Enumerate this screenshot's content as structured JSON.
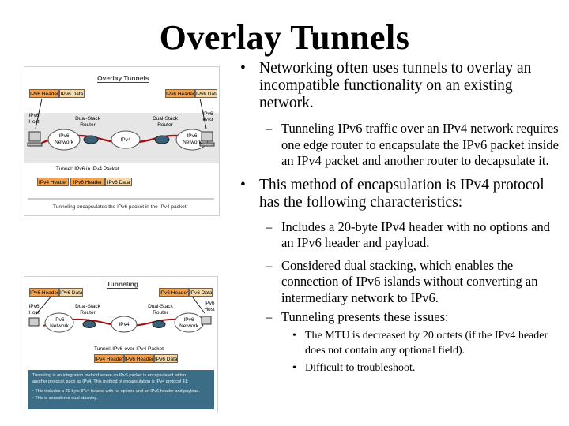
{
  "slide_title": "Overlay Tunnels",
  "bullets": {
    "b1": "Networking often uses tunnels to overlay an incompatible functionality on an existing network.",
    "b1_sub1": "Tunneling IPv6 traffic over an IPv4 network requires one edge router to encapsulate the IPv6 packet inside an IPv4 packet and another router to decapsulate it.",
    "b2": "This method of encapsulation is IPv4 protocol has the following characteristics:",
    "b2_sub1": "Includes a 20-byte IPv4 header with no options and an IPv6 header and payload.",
    "b2_sub2": "Considered dual stacking, which enables the connection of IPv6 islands without converting an intermediary network to IPv6.",
    "b2_sub3": "Tunneling presents these issues:",
    "b2_sub3_items": [
      "The MTU is decreased by 20 octets (if the IPv4 header does not contain any optional field).",
      "Difficult to troubleshoot."
    ]
  },
  "figure1": {
    "title": "Overlay Tunnels",
    "hdr_left": [
      "IPv6 Header",
      "IPv6 Data"
    ],
    "hdr_right": [
      "IPv6 Header",
      "IPv6 Data"
    ],
    "host_left": "IPv6 Host",
    "host_right": "IPv6 Host",
    "router_left": "Dual-Stack Router",
    "router_right": "Dual-Stack Router",
    "net_left": "IPv6 Network",
    "net_mid": "IPv4",
    "net_right": "IPv6 Network",
    "tunnel_label": "Tunnel: IPv6 in IPv4 Packet",
    "packet": [
      "IPv4 Header",
      "IPv6 Header",
      "IPv6 Data"
    ],
    "caption": "Tunneling encapsulates the IPv6 packet in the IPv4 packet."
  },
  "figure2": {
    "title": "Tunneling",
    "hdr_left": [
      "IPv6 Header",
      "IPv6 Data"
    ],
    "hdr_right": [
      "IPv6 Header",
      "IPv6 Data"
    ],
    "host_left": "IPv6 Host",
    "host_right": "IPv6 Host",
    "router_left": "Dual-Stack Router",
    "router_right": "Dual-Stack Router",
    "net_left": "IPv6 Network",
    "net_mid": "IPv4",
    "net_right": "IPv6 Network",
    "tunnel_label": "Tunnel: IPv6-over-IPv4 Packet",
    "packet": [
      "IPv4 Header",
      "IPv6 Header",
      "IPv6 Data"
    ],
    "note_lines": [
      "Tunneling is an integration method where an IPv6 packet is encapsulated within",
      "another protocol, such as IPv4. This method of encapsulation is IPv4 protocol 41:",
      "• This includes a 20-byte IPv4 header with no options and an IPv6 header and payload.",
      "• This is considered dual stacking."
    ]
  }
}
